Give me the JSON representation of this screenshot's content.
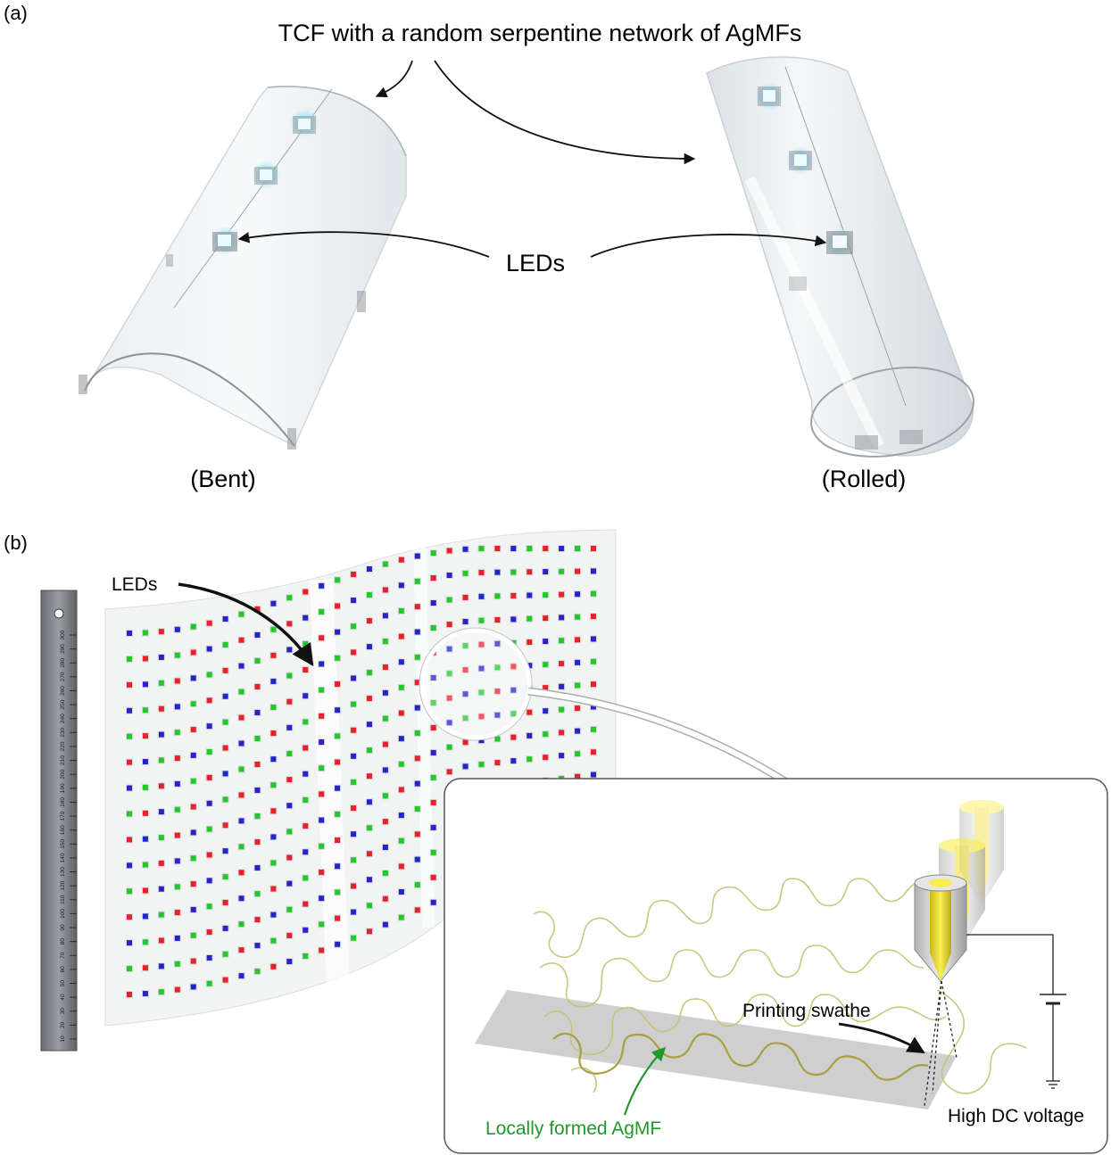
{
  "panel_a": {
    "panel_label": "(a)",
    "title": "TCF with a random serpentine network of AgMFs",
    "leds_label": "LEDs",
    "bent_caption": "(Bent)",
    "rolled_caption": "(Rolled)"
  },
  "panel_b": {
    "panel_label": "(b)",
    "leds_label": "LEDs",
    "printing_swathe": "Printing swathe",
    "locally_formed": "Locally formed AgMF",
    "high_dc_voltage": "High DC voltage",
    "ruler_ticks": [
      "10",
      "20",
      "30",
      "40",
      "50",
      "60",
      "70",
      "80",
      "90",
      "100",
      "110",
      "120",
      "130",
      "140",
      "150",
      "160",
      "170",
      "180",
      "190",
      "200",
      "210",
      "220",
      "230",
      "240",
      "250",
      "260",
      "270",
      "280",
      "290",
      "300"
    ]
  },
  "colors": {
    "led_red": "#e8202a",
    "led_green": "#22c82a",
    "led_blue": "#2424c8",
    "agmf_line": "#c8c070",
    "nozzle_yellow": "#e8dc30",
    "green_text": "#1f9a2a"
  }
}
